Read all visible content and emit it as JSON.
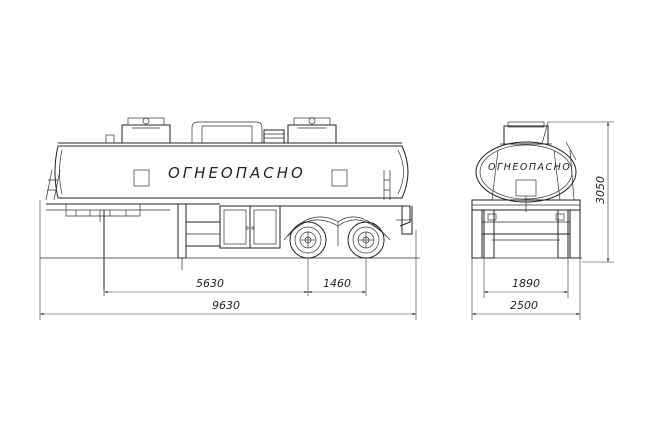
{
  "side_view": {
    "tank_label": "ОГНЕОПАСНО",
    "dim_5630": "5630",
    "dim_1460": "1460",
    "dim_9630": "9630"
  },
  "rear_view": {
    "tank_label": "ОГНЕОПАСНО",
    "dim_1890": "1890",
    "dim_2500": "2500",
    "dim_3050": "3050"
  }
}
